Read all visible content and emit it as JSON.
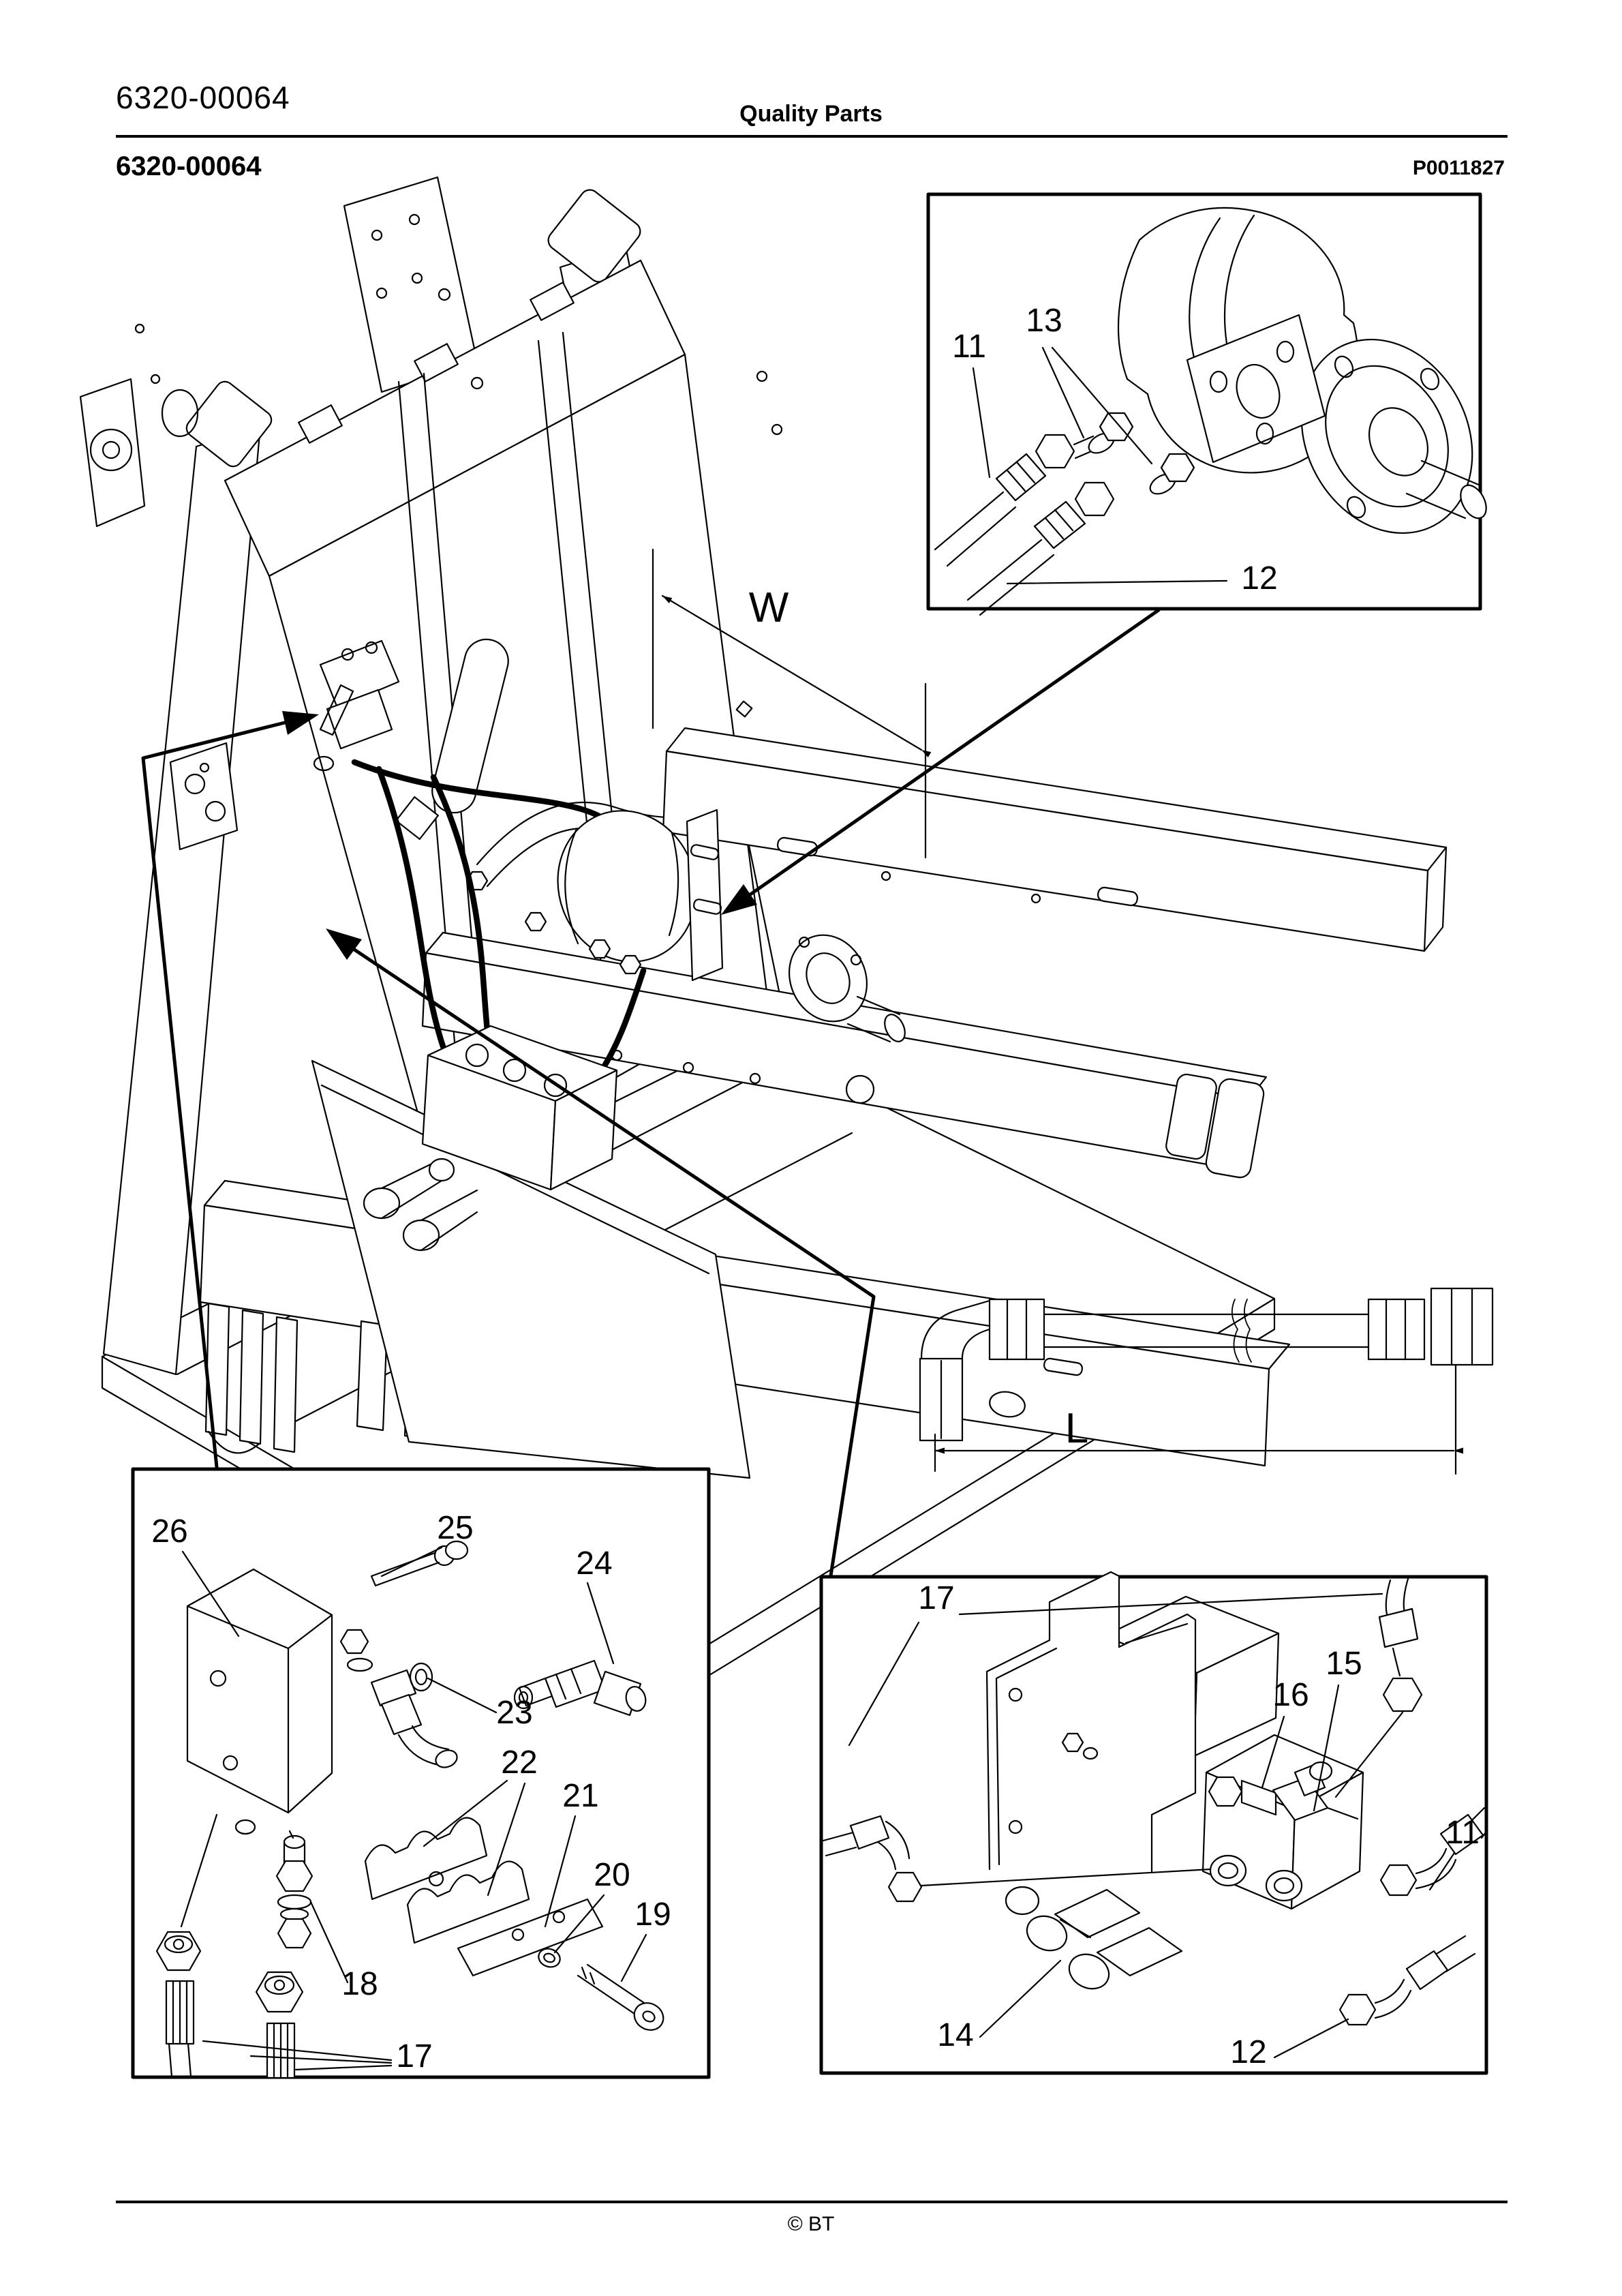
{
  "header": {
    "doc_number": "6320-00064",
    "title": "Quality Parts"
  },
  "figure": {
    "number": "6320-00064",
    "plate_code": "P0011827"
  },
  "dimensions": {
    "width_label": "W",
    "length_label": "L"
  },
  "insets": {
    "motor_detail": {
      "callouts": [
        "11",
        "13",
        "12"
      ]
    },
    "valve_detail": {
      "callouts": [
        "26",
        "25",
        "24",
        "23",
        "22",
        "21",
        "20",
        "19",
        "18",
        "17"
      ]
    },
    "manifold_detail": {
      "callouts": [
        "17",
        "16",
        "15",
        "11",
        "14",
        "12"
      ]
    }
  },
  "footer": {
    "copyright": "© BT"
  }
}
